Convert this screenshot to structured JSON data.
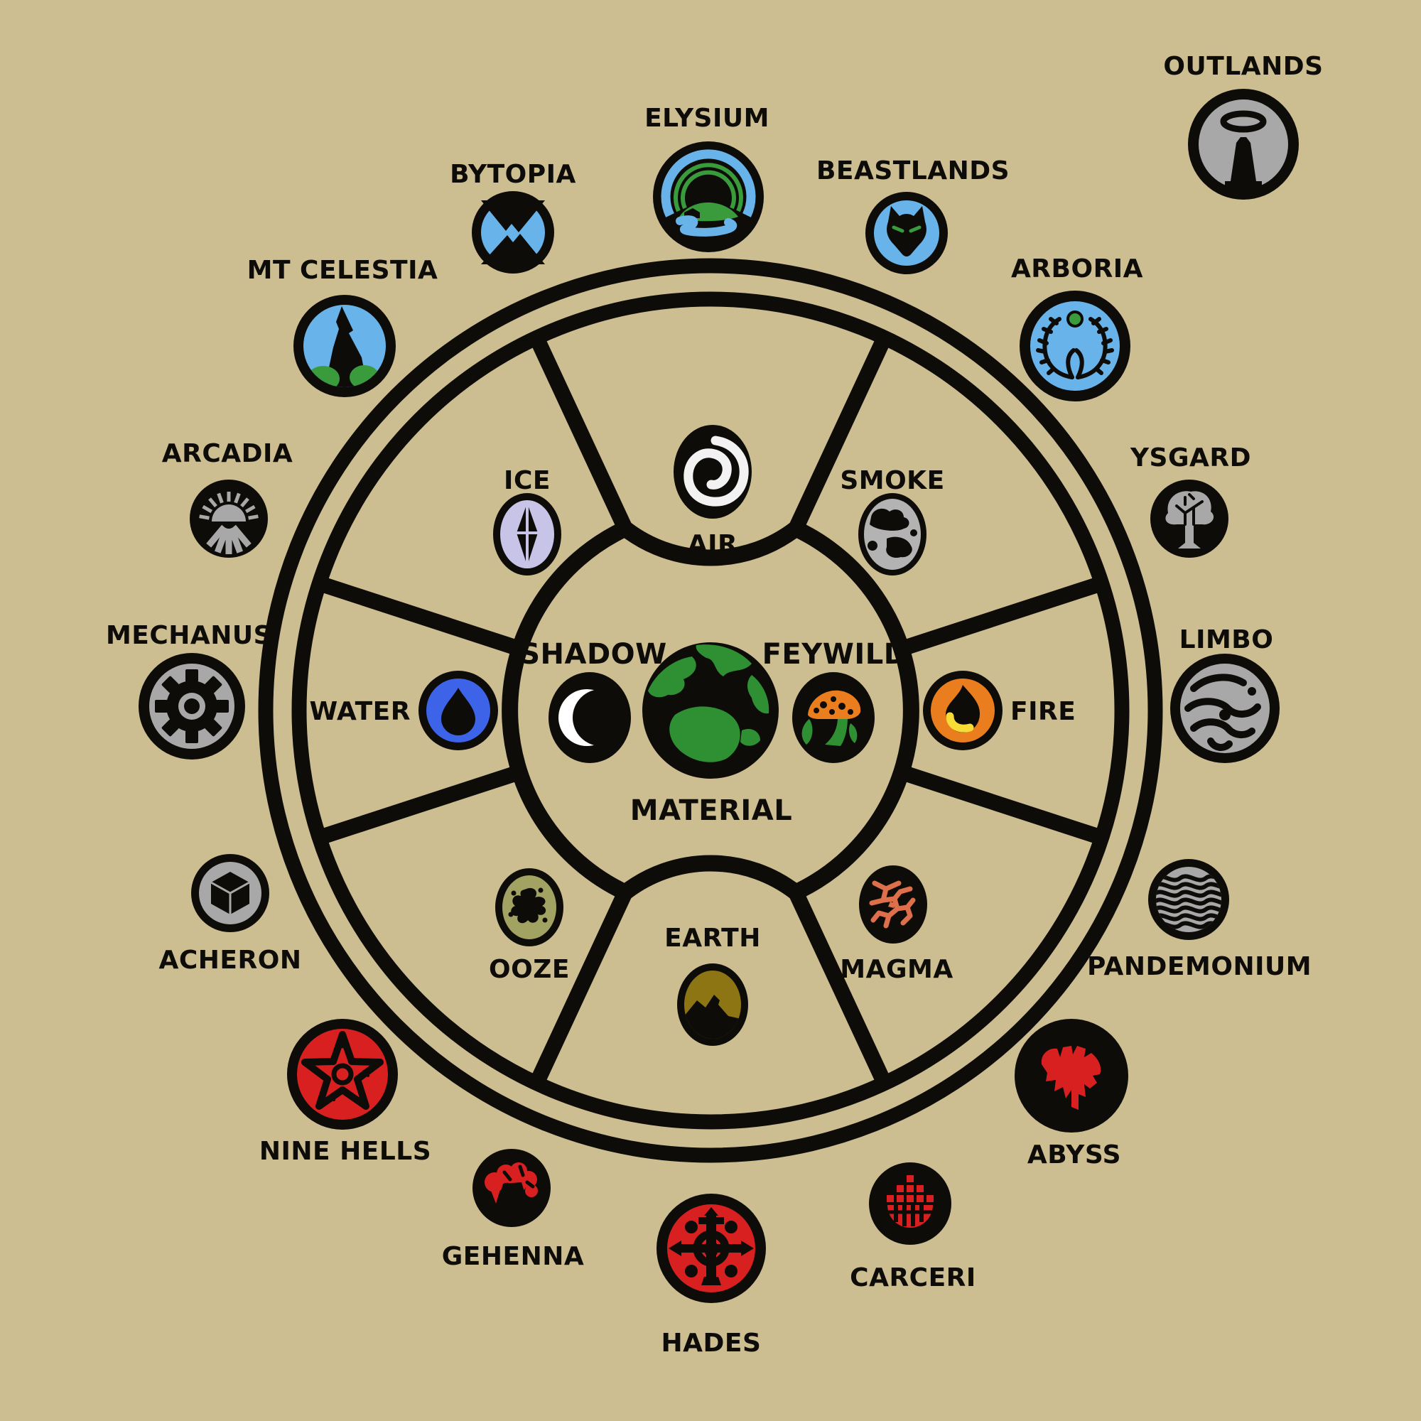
{
  "background_color": "#cdbe92",
  "ink_color": "#0e0c09",
  "palette": {
    "sky_blue": "#68b4ea",
    "royal_blue": "#3d63e8",
    "green": "#3a9b3d",
    "globe_green": "#2f8f33",
    "lavender": "#c7c4e8",
    "gray": "#a8a8a8",
    "smoke_gray": "#b3b3b3",
    "orange": "#ea7e1e",
    "yellow": "#f8dc36",
    "olive": "#a2a263",
    "earth_gold": "#8e7514",
    "magma_orange": "#dd6f4b",
    "red": "#d92020",
    "black": "#0e0c09"
  },
  "center_planes": {
    "shadow": {
      "label": "SHADOW"
    },
    "material": {
      "label": "MATERIAL"
    },
    "feywild": {
      "label": "FEYWILD"
    }
  },
  "elemental_planes": {
    "air": {
      "label": "AIR"
    },
    "ice": {
      "label": "ICE"
    },
    "smoke": {
      "label": "SMOKE"
    },
    "water": {
      "label": "WATER"
    },
    "fire": {
      "label": "FIRE"
    },
    "ooze": {
      "label": "OOZE"
    },
    "magma": {
      "label": "MAGMA"
    },
    "earth": {
      "label": "EARTH"
    }
  },
  "outer_planes": {
    "outlands": {
      "label": "OUTLANDS"
    },
    "elysium": {
      "label": "ELYSIUM"
    },
    "bytopia": {
      "label": "BYTOPIA"
    },
    "beastlands": {
      "label": "BEASTLANDS"
    },
    "mt_celestia": {
      "label": "MT CELESTIA"
    },
    "arboria": {
      "label": "ARBORIA"
    },
    "arcadia": {
      "label": "ARCADIA"
    },
    "ysgard": {
      "label": "YSGARD"
    },
    "mechanus": {
      "label": "MECHANUS"
    },
    "limbo": {
      "label": "LIMBO"
    },
    "acheron": {
      "label": "ACHERON"
    },
    "pandemonium": {
      "label": "PANDEMONIUM"
    },
    "nine_hells": {
      "label": "NINE HELLS"
    },
    "abyss": {
      "label": "ABYSS"
    },
    "gehenna": {
      "label": "GEHENNA"
    },
    "carceri": {
      "label": "CARCERI"
    },
    "hades": {
      "label": "HADES"
    }
  }
}
